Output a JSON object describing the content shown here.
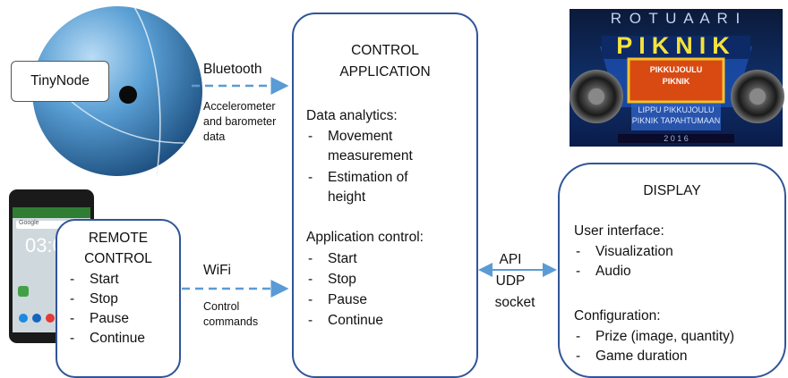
{
  "tinynode": {
    "label": "TinyNode"
  },
  "bluetooth_link": {
    "label": "Bluetooth",
    "sublabel": "Accelerometer and barometer data"
  },
  "wifi_link": {
    "label": "WiFi",
    "sublabel": "Control commands"
  },
  "api_link": {
    "lines": [
      "API",
      "UDP",
      "socket"
    ]
  },
  "control_app": {
    "title_line1": "CONTROL",
    "title_line2": "APPLICATION",
    "analytics_heading": "Data analytics:",
    "analytics_items": [
      "Movement measurement",
      "Estimation of height"
    ],
    "control_heading": "Application control:",
    "control_items": [
      "Start",
      "Stop",
      "Pause",
      "Continue"
    ]
  },
  "remote_control": {
    "title_line1": "REMOTE",
    "title_line2": "CONTROL",
    "items": [
      "Start",
      "Stop",
      "Pause",
      "Continue"
    ]
  },
  "display": {
    "title": "DISPLAY",
    "ui_heading": "User interface:",
    "ui_items": [
      "Visualization",
      "Audio"
    ],
    "config_heading": "Configuration:",
    "config_items": [
      "Prize (image, quantity)",
      "Game duration"
    ]
  },
  "phone": {
    "time": "03:0",
    "search_text": "Google"
  },
  "poster": {
    "top_text": "R O T U A A R I",
    "main_text": "PIKNIK",
    "inner_line1": "PIKKUJOULU",
    "inner_line2": "PIKNIK",
    "bottom_line1": "LIPPU PIKKUJOULU",
    "bottom_line2": "PIKNIK TAPAHTUMAAN",
    "year": "2 0 1 6"
  },
  "colors": {
    "box_border": "#2f5597",
    "arrow": "#5b9bd5",
    "sphere": "#4a90c8"
  }
}
